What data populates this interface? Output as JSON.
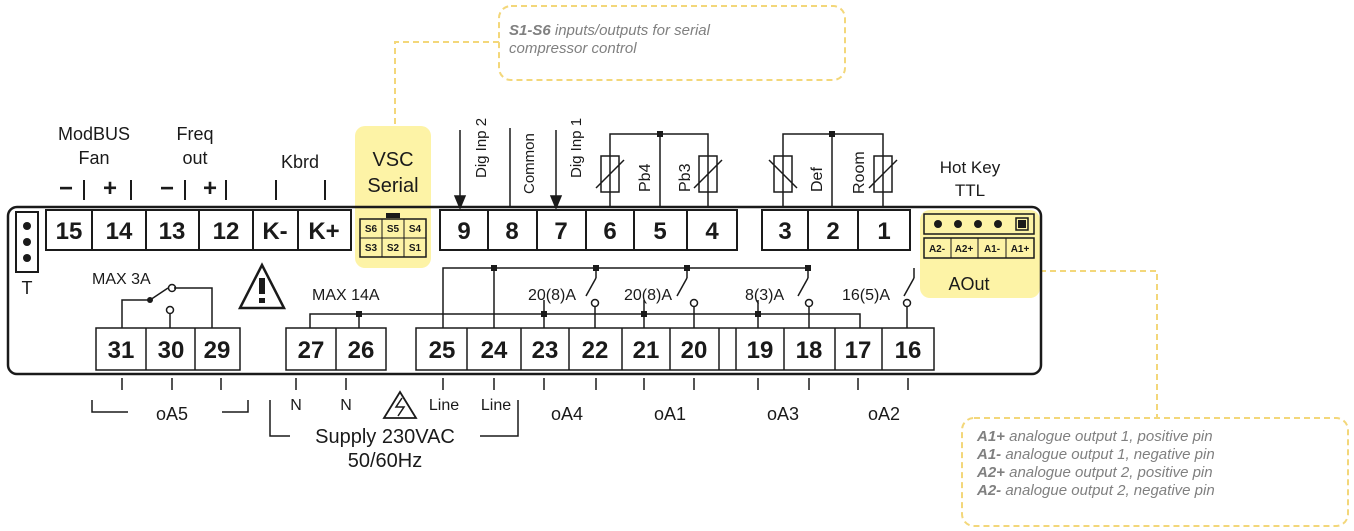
{
  "callouts": {
    "serial": {
      "bold": "S1-S6",
      "line1": " inputs/outputs for serial",
      "line2": "compressor control"
    },
    "aout": [
      {
        "bold": "A1+",
        "text": " analogue output 1, positive pin"
      },
      {
        "bold": "A1-",
        "text": " analogue output 1, negative pin"
      },
      {
        "bold": "A2+",
        "text": " analogue output 2, positive pin"
      },
      {
        "bold": "A2-",
        "text": " analogue output 2, negative pin"
      }
    ]
  },
  "top_labels": {
    "modbus1": "ModBUS",
    "modbus2": "Fan",
    "freq1": "Freq",
    "freq2": "out",
    "kbrd": "Kbrd",
    "vsc1": "VSC",
    "vsc2": "Serial",
    "dig2": "Dig Inp 2",
    "common": "Common",
    "dig1": "Dig Inp 1",
    "pb4": "Pb4",
    "pb3": "Pb3",
    "def": "Def",
    "room": "Room",
    "hotkey1": "Hot Key",
    "hotkey2": "TTL",
    "minus": "−",
    "plus": "+"
  },
  "top_terminals": [
    "15",
    "14",
    "13",
    "12",
    "K-",
    "K+",
    "9",
    "8",
    "7",
    "6",
    "5",
    "4",
    "3",
    "2",
    "1"
  ],
  "serial_pins": [
    "S6",
    "S5",
    "S4",
    "S3",
    "S2",
    "S1"
  ],
  "aout_pins": [
    "A2-",
    "A2+",
    "A1-",
    "A1+"
  ],
  "aout_label": "AOut",
  "t_label": "T",
  "bottom_terminals": [
    "31",
    "30",
    "29",
    "27",
    "26",
    "25",
    "24",
    "23",
    "22",
    "21",
    "20",
    "19",
    "18",
    "17",
    "16"
  ],
  "relay_labels": {
    "max3a": "MAX 3A",
    "max14a": "MAX 14A",
    "r1": "20(8)A",
    "r2": "20(8)A",
    "r3": "8(3)A",
    "r4": "16(5)A"
  },
  "bottom_labels": {
    "oa5": "oA5",
    "oa4": "oA4",
    "oa1": "oA1",
    "oa3": "oA3",
    "oa2": "oA2",
    "n": "N",
    "line": "Line",
    "supply1": "Supply 230VAC",
    "supply2": "50/60Hz"
  },
  "colors": {
    "highlight": "#fdf3a6",
    "dash": "#f3d77a",
    "ink": "#1a1a1a",
    "note": "#808080"
  }
}
